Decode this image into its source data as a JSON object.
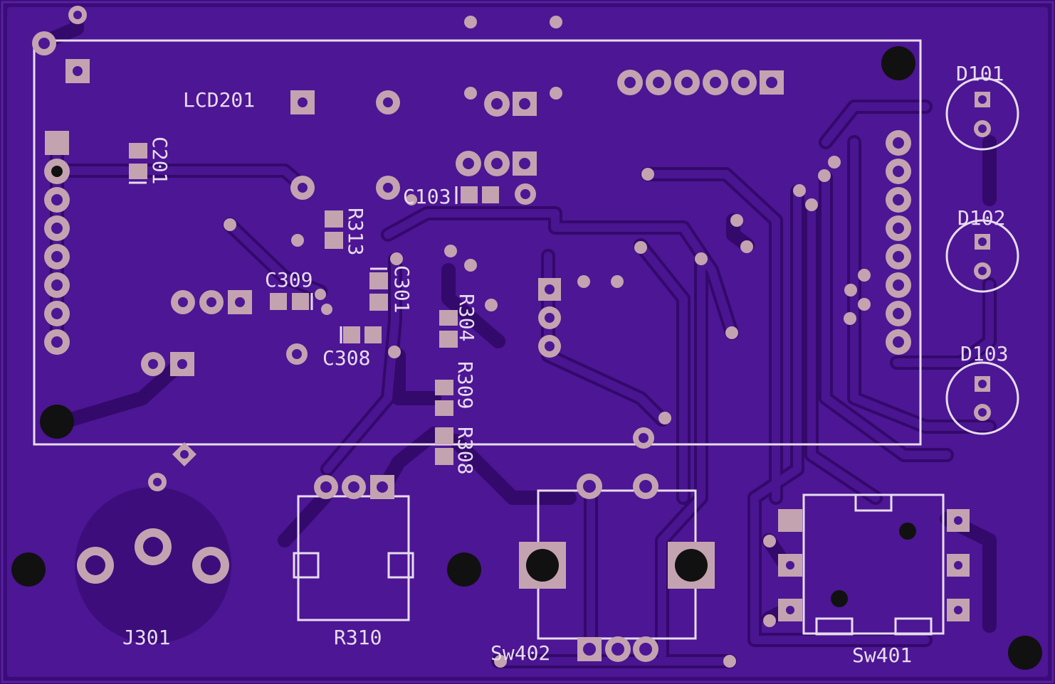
{
  "board": {
    "labels": {
      "lcd201": "LCD201",
      "c201": "C201",
      "c103": "C103",
      "r313": "R313",
      "c309": "C309",
      "c301": "C301",
      "r304": "R304",
      "c308": "C308",
      "r309": "R309",
      "r308": "R308",
      "d101": "D101",
      "d102": "D102",
      "d103": "D103",
      "j301": "J301",
      "r310": "R310",
      "sw402": "Sw402",
      "sw401": "Sw401"
    },
    "colors": {
      "substrate": "#3a0c78",
      "copper_pour": "#4d1694",
      "pad": "#c4a3b0",
      "silkscreen": "#e6dcef",
      "drill": "#111111"
    }
  }
}
